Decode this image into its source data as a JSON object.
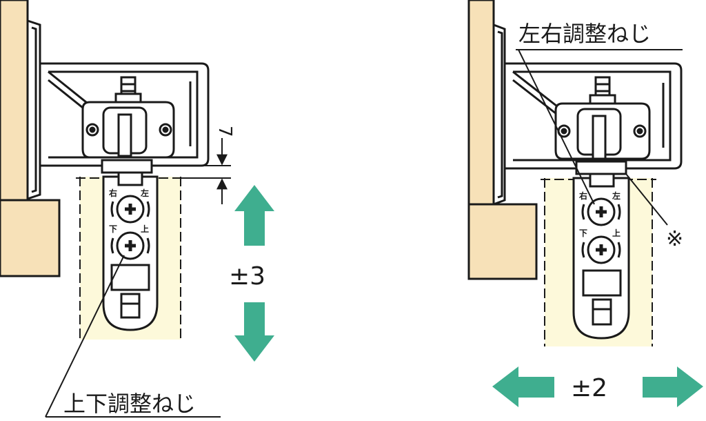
{
  "labels": {
    "vertical_screw": "上下調整ねじ",
    "horizontal_screw": "左右調整ねじ",
    "dimension": "7",
    "vertical_range": "±3",
    "horizontal_range": "±2",
    "note_mark": "※"
  },
  "screw_marks": {
    "right": "右",
    "left": "左",
    "down": "下",
    "up": "上"
  },
  "colors": {
    "wood": "#f7e1b8",
    "door": "#fdf9da",
    "arrow": "#3fae8f",
    "line": "#1a1a1a"
  }
}
